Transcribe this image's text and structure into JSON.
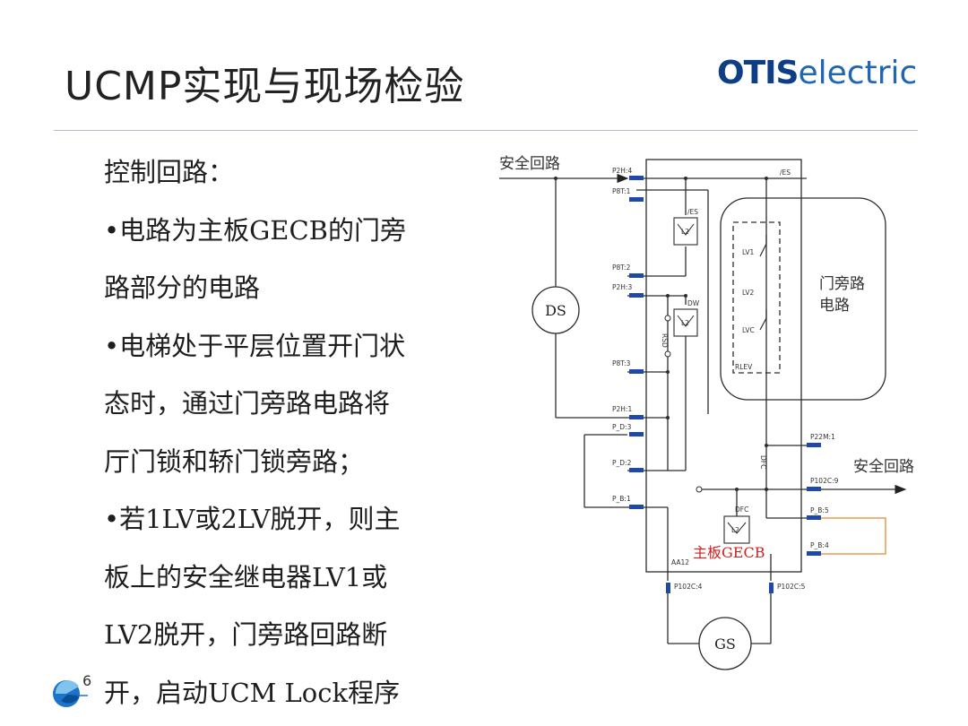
{
  "title": "UCMP实现与现场检验",
  "logo": {
    "bold": "OTIS",
    "light": "electric"
  },
  "page_number": "6",
  "body_lines": [
    "控制回路：",
    "•电路为主板GECB的门旁",
    "路部分的电路",
    "•电梯处于平层位置开门状",
    "态时，通过门旁路电路将",
    "厅门锁和轿门锁旁路；",
    "•若1LV或2LV脱开，则主",
    "板上的安全继电器LV1或",
    "LV2脱开，门旁路回路断",
    "开，启动UCM Lock程序"
  ],
  "diagram": {
    "safety_loop_in": "安全回路",
    "safety_loop_out": "安全回路",
    "ds": "DS",
    "gs": "GS",
    "bypass_label_1": "门旁路",
    "bypass_label_2": "电路",
    "board_label": "主板GECB",
    "pins": {
      "p2h4": "P2H:4",
      "p8t1": "P8T:1",
      "p8t2": "P8T:2",
      "p2h3": "P2H:3",
      "p8t3": "P8T:3",
      "p2h1": "P2H:1",
      "pd3": "P_D:3",
      "pd2": "P_D:2",
      "pb1": "P_B:1",
      "p22m1": "P22M:1",
      "p102c9": "P102C:9",
      "pb5": "P_B:5",
      "pb4": "P_B:4",
      "p102c4": "P102C:4",
      "p102c5": "P102C:5"
    },
    "relay_labels": {
      "es_top": "/ES",
      "es_coil": "/ES",
      "dw": "DW",
      "l2": "L2",
      "dfc": "DFC"
    },
    "vertical_labels": {
      "rsd": "RSD",
      "dfc": "DFC"
    },
    "contacts": {
      "lv1": "LV1",
      "lv2": "LV2",
      "lvc": "LVC",
      "rlev": "RLEV"
    },
    "aa12": "AA12"
  }
}
